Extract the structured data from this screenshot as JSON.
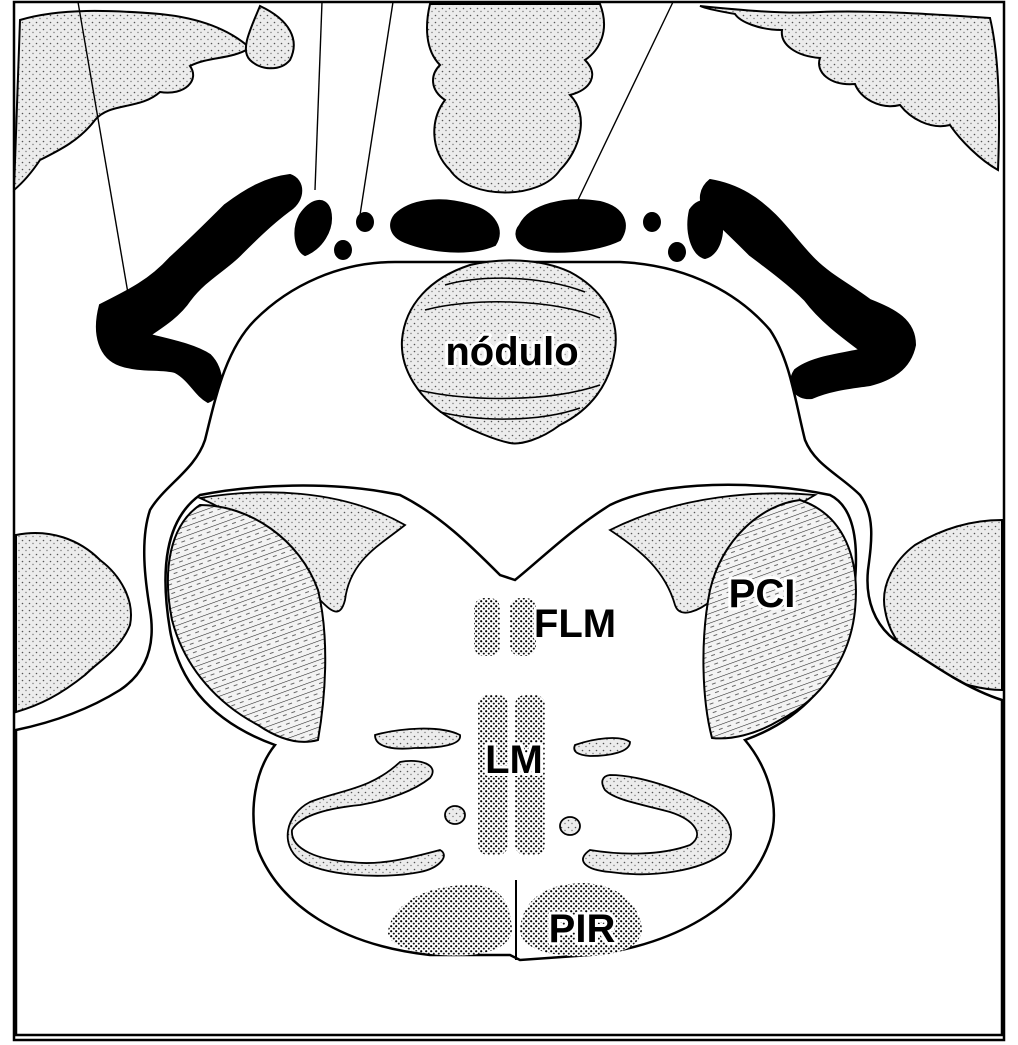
{
  "figure": {
    "labels": {
      "nodulo": "nódulo",
      "flm": "FLM",
      "lm": "LM",
      "pci": "PCI",
      "pir": "PIR"
    },
    "colors": {
      "ink": "#000000",
      "paper": "#ffffff",
      "stipple": "#e4e4e4",
      "hatch": "#d9d9d9"
    }
  }
}
